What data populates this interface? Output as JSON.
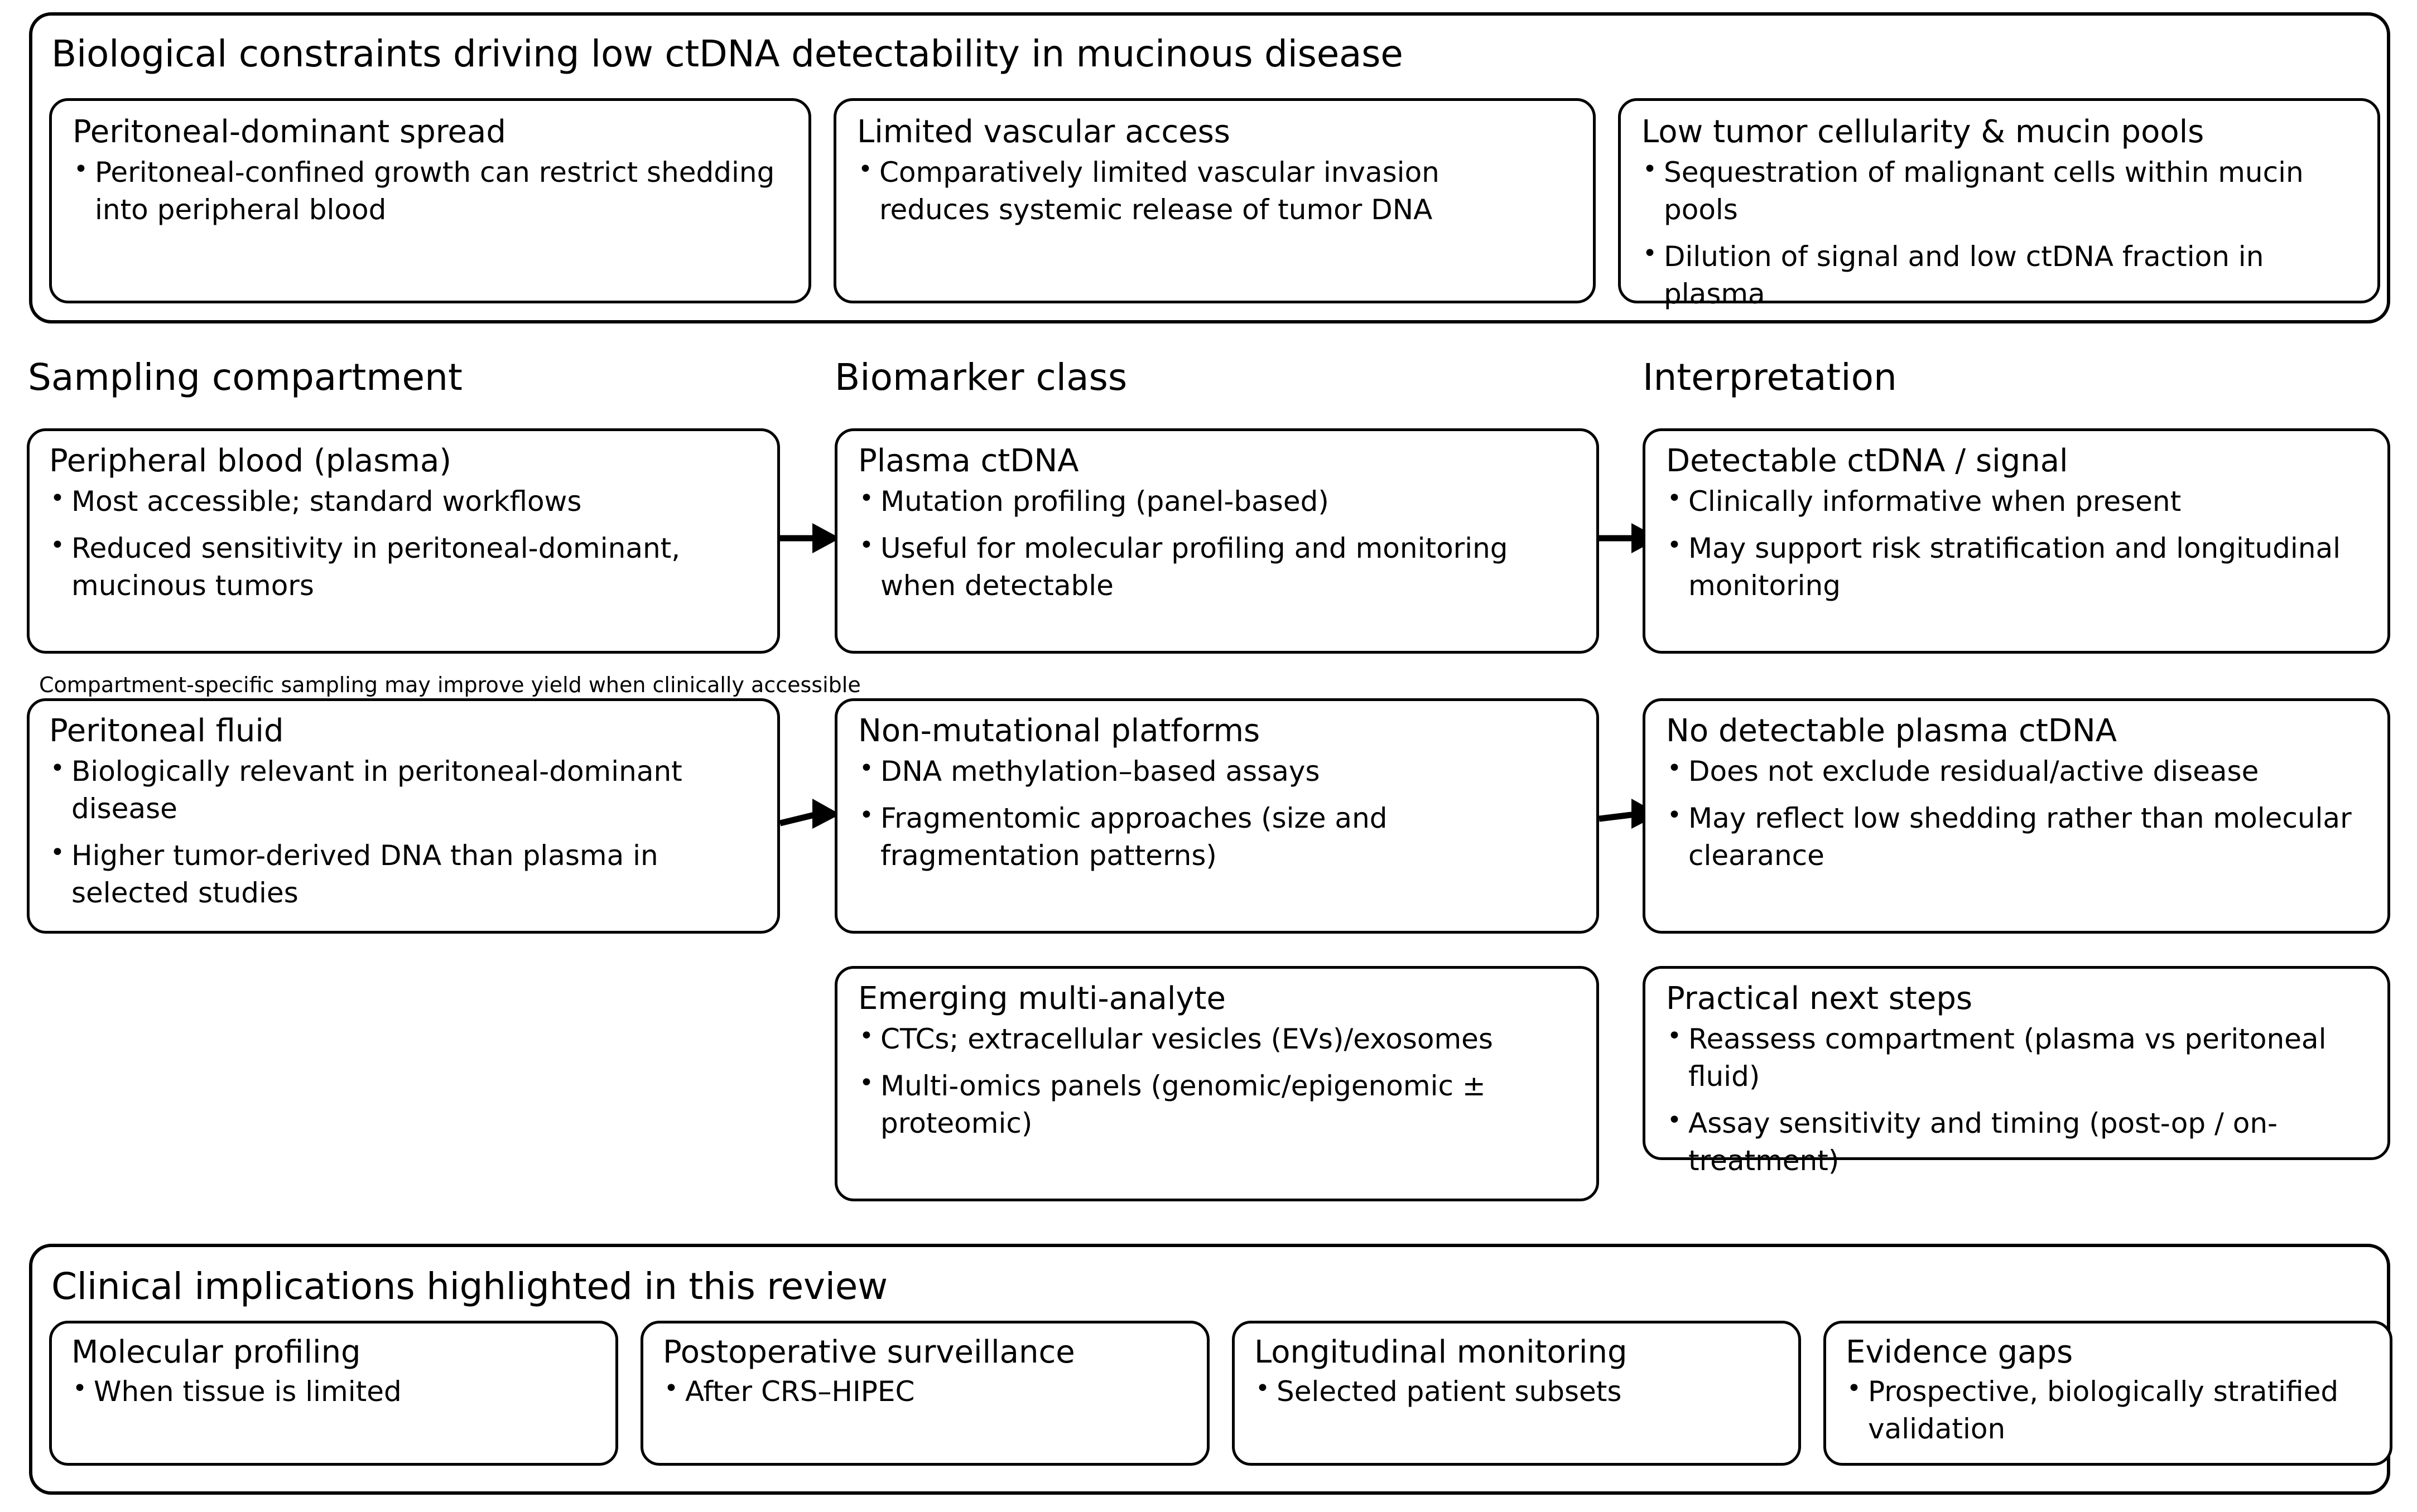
{
  "top_group": {
    "title": "Biological constraints driving low ctDNA detectability in mucinous disease",
    "cards": [
      {
        "title": "Peritoneal-dominant spread",
        "bullets": [
          "Peritoneal-confined growth can restrict shedding into peripheral blood"
        ]
      },
      {
        "title": "Limited vascular access",
        "bullets": [
          "Comparatively limited vascular invasion reduces systemic release of tumor DNA"
        ]
      },
      {
        "title": "Low tumor cellularity & mucin pools",
        "bullets": [
          "Sequestration of malignant cells within mucin pools",
          "Dilution of signal and low ctDNA fraction in plasma"
        ]
      }
    ]
  },
  "columns": {
    "headers": [
      "Sampling compartment",
      "Biomarker class",
      "Interpretation"
    ]
  },
  "note": "Compartment-specific sampling may improve yield when clinically accessible",
  "flow": {
    "sampling": [
      {
        "title": "Peripheral blood (plasma)",
        "bullets": [
          "Most accessible; standard workflows",
          "Reduced sensitivity in peritoneal-dominant, mucinous tumors"
        ]
      },
      {
        "title": "Peritoneal fluid",
        "bullets": [
          "Biologically relevant in peritoneal-dominant disease",
          "Higher tumor-derived DNA than plasma in selected studies"
        ]
      }
    ],
    "biomarker": [
      {
        "title": "Plasma ctDNA",
        "bullets": [
          "Mutation profiling (panel-based)",
          "Useful for molecular profiling and monitoring when detectable"
        ]
      },
      {
        "title": "Non-mutational platforms",
        "bullets": [
          "DNA methylation–based assays",
          "Fragmentomic approaches (size and fragmentation patterns)"
        ]
      },
      {
        "title": "Emerging multi-analyte",
        "bullets": [
          "CTCs; extracellular vesicles (EVs)/exosomes",
          "Multi-omics panels (genomic/epigenomic ± proteomic)"
        ]
      }
    ],
    "interpretation": [
      {
        "title": "Detectable ctDNA / signal",
        "bullets": [
          "Clinically informative when present",
          "May support risk stratification and longitudinal monitoring"
        ]
      },
      {
        "title": "No detectable plasma ctDNA",
        "bullets": [
          "Does not exclude residual/active disease",
          "May reflect low shedding rather than molecular clearance"
        ]
      },
      {
        "title": "Practical next steps",
        "bullets": [
          "Reassess compartment (plasma vs peritoneal fluid)",
          "Assay sensitivity and timing (post-op / on-treatment)"
        ]
      }
    ]
  },
  "bottom_group": {
    "title": "Clinical implications highlighted in this review",
    "cards": [
      {
        "title": "Molecular profiling",
        "bullets": [
          "When tissue is limited"
        ]
      },
      {
        "title": "Postoperative surveillance",
        "bullets": [
          "After CRS–HIPEC"
        ]
      },
      {
        "title": "Longitudinal monitoring",
        "bullets": [
          "Selected patient subsets"
        ]
      },
      {
        "title": "Evidence gaps",
        "bullets": [
          "Prospective, biologically stratified validation"
        ]
      }
    ]
  },
  "colors": {
    "stroke": "#000000",
    "background": "#ffffff",
    "text": "#000000"
  }
}
